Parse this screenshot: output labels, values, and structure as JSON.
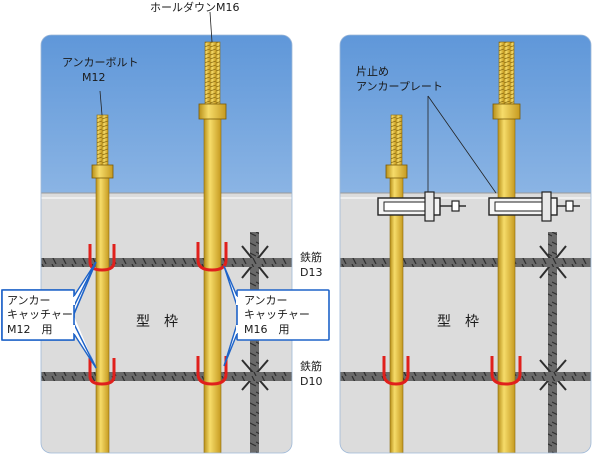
{
  "labels": {
    "hold_down": "ホールダウンM16",
    "anchor_bolt_1": "アンカーボルト",
    "anchor_bolt_2": "M12",
    "plate_1": "片止め",
    "plate_2": "アンカープレート",
    "rebar_top_1": "鉄筋",
    "rebar_top_2": "D13",
    "rebar_bottom_1": "鉄筋",
    "rebar_bottom_2": "D10",
    "form_left": "型　枠",
    "form_right": "型　枠",
    "callout_left_1": "アンカー",
    "callout_left_2": "キャッチャー",
    "callout_left_3": "M12　用",
    "callout_right_1": "アンカー",
    "callout_right_2": "キャッチャー",
    "callout_right_3": "M16　用"
  },
  "colors": {
    "sky": "#6aa0dd",
    "formwork": "#dcdcdc",
    "bolt": "#e7c23a",
    "rebar": "#4a4a4a",
    "catcher": "#e0201c",
    "callout_border": "#1e63c8"
  }
}
